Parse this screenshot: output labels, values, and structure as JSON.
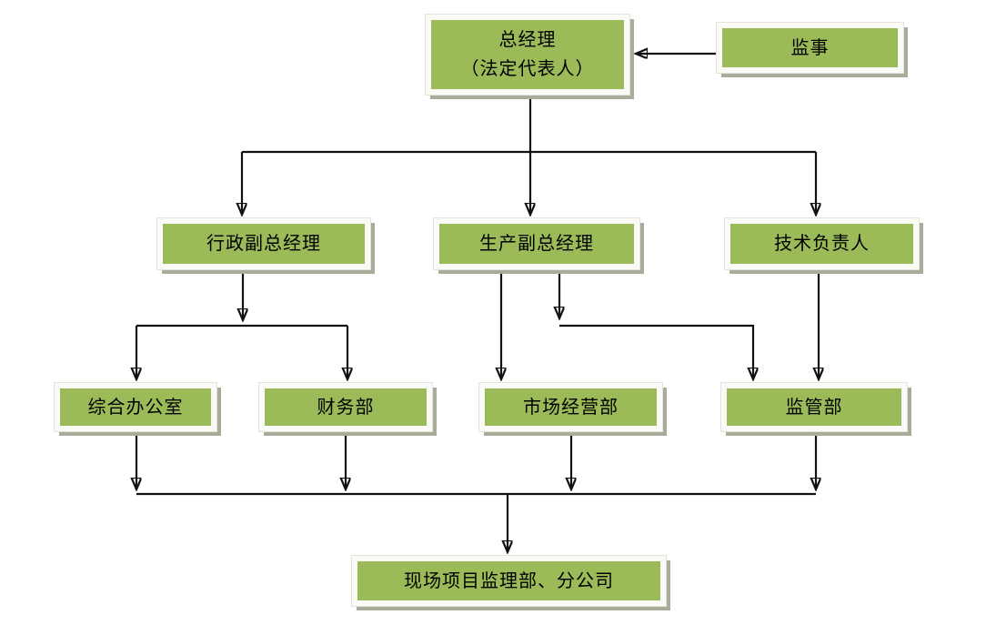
{
  "diagram": {
    "type": "org-chart",
    "colors": {
      "node_fill": "#9bbb59",
      "node_frame": "#fafaf6",
      "node_shadow": "#a9ac99",
      "connector": "#121212",
      "background": "#ffffff"
    },
    "nodes": [
      {
        "id": "gm",
        "label": "总经理",
        "sublabel": "（法定代表人）"
      },
      {
        "id": "supervisor",
        "label": "监事"
      },
      {
        "id": "admin_vp",
        "label": "行政副总经理"
      },
      {
        "id": "production_vp",
        "label": "生产副总经理"
      },
      {
        "id": "tech_lead",
        "label": "技术负责人"
      },
      {
        "id": "general_office",
        "label": "综合办公室"
      },
      {
        "id": "finance",
        "label": "财务部"
      },
      {
        "id": "marketing",
        "label": "市场经营部"
      },
      {
        "id": "regulation",
        "label": "监管部"
      },
      {
        "id": "site_branch",
        "label": "现场项目监理部、分公司"
      }
    ],
    "edges": [
      {
        "from": "监事",
        "to": "总经理（法定代表人）"
      },
      {
        "from": "总经理（法定代表人）",
        "to": "行政副总经理"
      },
      {
        "from": "总经理（法定代表人）",
        "to": "生产副总经理"
      },
      {
        "from": "总经理（法定代表人）",
        "to": "技术负责人"
      },
      {
        "from": "行政副总经理",
        "to": "综合办公室"
      },
      {
        "from": "行政副总经理",
        "to": "财务部"
      },
      {
        "from": "生产副总经理",
        "to": "市场经营部"
      },
      {
        "from": "生产副总经理",
        "to": "监管部"
      },
      {
        "from": "技术负责人",
        "to": "监管部"
      },
      {
        "from": "综合办公室",
        "to": "现场项目监理部、分公司"
      },
      {
        "from": "财务部",
        "to": "现场项目监理部、分公司"
      },
      {
        "from": "市场经营部",
        "to": "现场项目监理部、分公司"
      },
      {
        "from": "监管部",
        "to": "现场项目监理部、分公司"
      }
    ]
  }
}
